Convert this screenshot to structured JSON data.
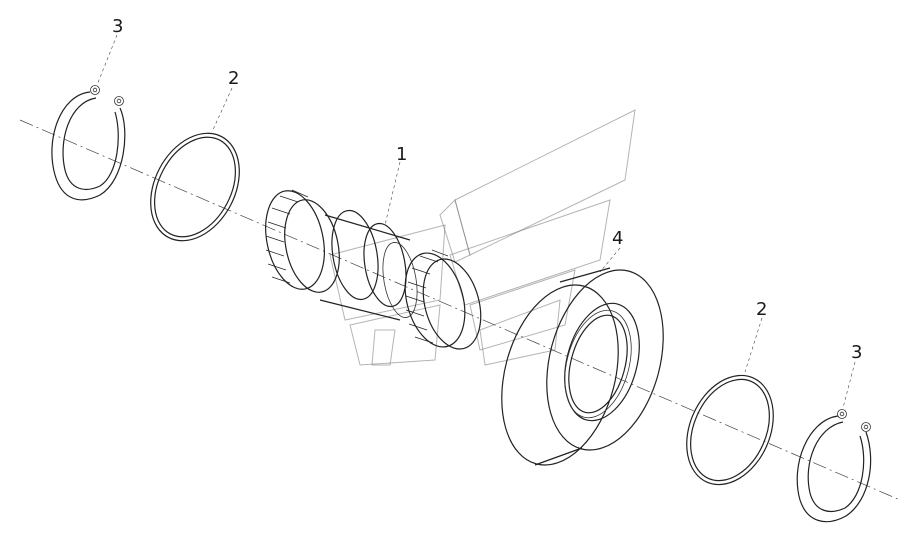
{
  "callouts": [
    {
      "id": "shaft",
      "label": "1"
    },
    {
      "id": "ring-left",
      "label": "2"
    },
    {
      "id": "ring-right",
      "label": "2"
    },
    {
      "id": "circlip-left",
      "label": "3"
    },
    {
      "id": "circlip-right",
      "label": "3"
    },
    {
      "id": "bearing",
      "label": "4"
    }
  ],
  "watermark": {
    "icon": "chevron-logo-watermark"
  },
  "colors": {
    "line": "#222222",
    "background": "#ffffff"
  }
}
